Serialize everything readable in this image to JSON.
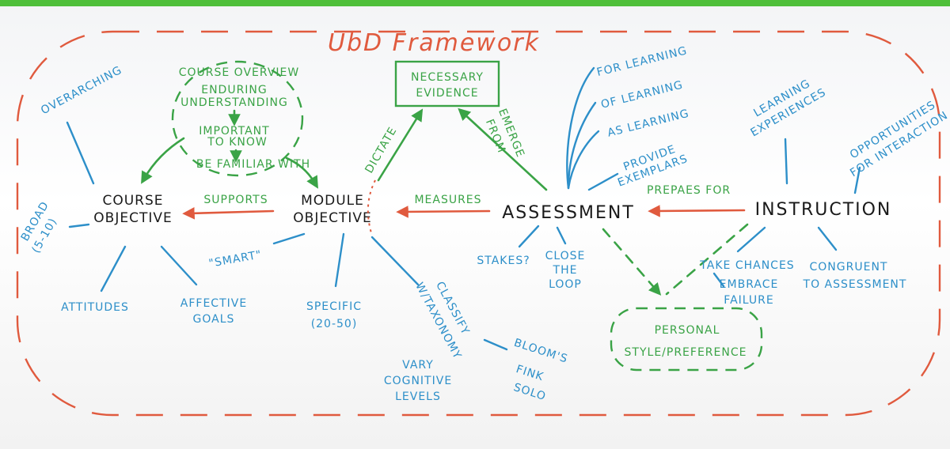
{
  "title": "UbD Framework",
  "nodes": {
    "course_objective": [
      "COURSE",
      "OBJECTIVE"
    ],
    "module_objective": [
      "MODULE",
      "OBJECTIVE"
    ],
    "assessment": "ASSESSMENT",
    "instruction": "INSTRUCTION",
    "necessary_evidence": [
      "NECESSARY",
      "EVIDENCE"
    ]
  },
  "relations": {
    "supports": "SUPPORTS",
    "measures": "MEASURES",
    "prepares_for": "PREPAES FOR",
    "dictate": "DICTATE",
    "emerge_from": [
      "EMERGE",
      "FROM"
    ]
  },
  "course_overview": {
    "title": "COURSE OVERVIEW",
    "enduring": [
      "ENDURING",
      "UNDERSTANDING"
    ],
    "important": [
      "IMPORTANT",
      "TO KNOW"
    ],
    "familiar": "BE FAMILIAR WITH"
  },
  "course_objective_notes": {
    "overarching": "OVERARCHING",
    "broad": [
      "BROAD",
      "(5-10)"
    ],
    "attitudes": "ATTITUDES",
    "affective": [
      "AFFECTIVE",
      "GOALS"
    ]
  },
  "module_objective_notes": {
    "smart": "\"SMART\"",
    "specific": [
      "SPECIFIC",
      "(20-50)"
    ],
    "classify": [
      "CLASSIFY",
      "W/TAXONOMY"
    ],
    "vary": [
      "VARY",
      "COGNITIVE",
      "LEVELS"
    ],
    "blooms": [
      "BLOOM'S",
      "FINK",
      "SOLO"
    ]
  },
  "assessment_notes": {
    "for_learning": "FOR LEARNING",
    "of_learning": "OF LEARNING",
    "as_learning": "AS LEARNING",
    "provide": [
      "PROVIDE",
      "EXEMPLARS"
    ],
    "stakes": "STAKES?",
    "close": [
      "CLOSE",
      "THE",
      "LOOP"
    ]
  },
  "instruction_notes": {
    "learning_exp": [
      "LEARNING",
      "EXPERIENCES"
    ],
    "opportunities": [
      "OPPORTUNITIES",
      "FOR INTERACTION"
    ],
    "take_chances": "TAKE CHANCES",
    "embrace": [
      "EMBRACE",
      "FAILURE"
    ],
    "congruent": [
      "CONGRUENT",
      "TO ASSESSMENT"
    ],
    "personal": [
      "PERSONAL",
      "STYLE/PREFERENCE"
    ]
  },
  "colors": {
    "black_ink": "#1a1a1a",
    "blue_ink": "#2d8fc9",
    "green_ink": "#3aa346",
    "red_ink": "#e05a3e",
    "frame_green": "#4fbf3a"
  }
}
